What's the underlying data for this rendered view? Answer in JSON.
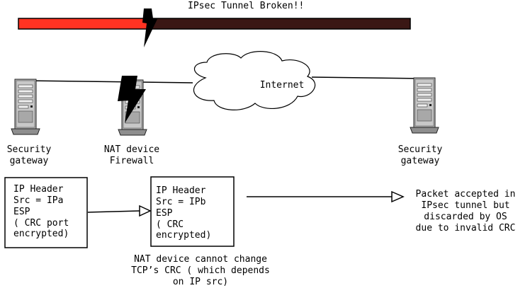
{
  "tunnel": {
    "title": "IPsec Tunnel Broken!!",
    "colors": {
      "intact": "#ff3322",
      "broken": "#3a1714",
      "bolt": "#000000"
    }
  },
  "cloud": {
    "label": "Internet"
  },
  "nodes": {
    "left_gateway": {
      "line1": "Security",
      "line2": "gateway",
      "icon": "server-tower-icon"
    },
    "nat_device": {
      "line1": "NAT device",
      "line2": "Firewall",
      "icon": "server-tower-icon"
    },
    "right_gateway": {
      "line1": "Security",
      "line2": "gateway",
      "icon": "server-tower-icon"
    }
  },
  "packets": {
    "original": [
      "IP Header",
      "Src = IPa",
      "ESP",
      "( CRC port",
      "encrypted)"
    ],
    "translated": [
      "IP Header",
      "Src = IPb",
      "ESP",
      "( CRC",
      "encrypted)"
    ]
  },
  "result_note": [
    "Packet accepted in",
    "IPsec tunnel but",
    "discarded by OS",
    "due to invalid CRC"
  ],
  "nat_note": [
    "NAT device cannot change",
    "TCP’s CRC ( which depends",
    "on IP src)"
  ]
}
